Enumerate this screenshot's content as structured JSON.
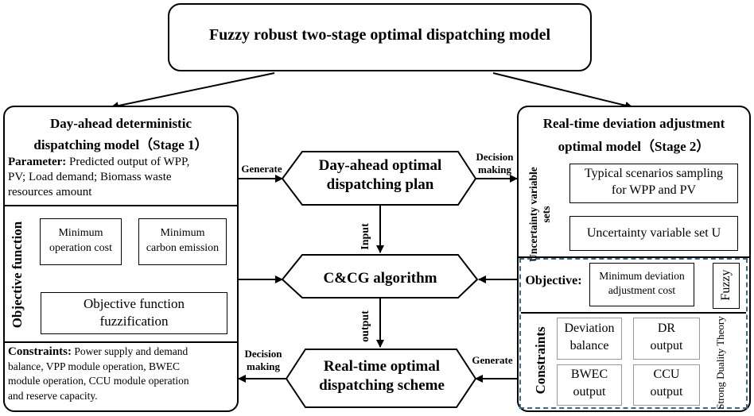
{
  "title": "Fuzzy robust two-stage optimal dispatching model",
  "stage1": {
    "title_line1": "Day-ahead deterministic",
    "title_line2": "dispatching model（Stage 1）",
    "param_label": "Parameter:",
    "param_text_1": "Predicted output of WPP,",
    "param_text_2": "PV; Load demand; Biomass waste",
    "param_text_3": "resources amount",
    "objective_side": "Objective function",
    "min_cost_1": "Minimum",
    "min_cost_2": "operation cost",
    "min_carbon_1": "Minimum",
    "min_carbon_2": "carbon emission",
    "fuzz_1": "Objective function",
    "fuzz_2": "fuzzification",
    "constraints_label": "Constraints:",
    "constraints_text_1": "Power supply and demand",
    "constraints_text_2": "balance, VPP module operation, BWEC",
    "constraints_text_3": "module operation, CCU module operation",
    "constraints_text_4": "and reserve capacity."
  },
  "center": {
    "dayahead_1": "Day-ahead optimal",
    "dayahead_2": "dispatching plan",
    "ccg": "C&CG algorithm",
    "realtime_1": "Real-time optimal",
    "realtime_2": "dispatching scheme",
    "generate_left": "Generate",
    "decision_right_1": "Decision",
    "decision_right_2": "making",
    "input": "Input",
    "output": "output",
    "decision_left_1": "Decision",
    "decision_left_2": "making",
    "generate_right": "Generate"
  },
  "stage2": {
    "title_line1": "Real-time deviation adjustment",
    "title_line2": "optimal model（Stage 2）",
    "uncert_side": "Uncertainty variable sets",
    "typical_1": "Typical scenarios sampling",
    "typical_2": "for WPP and PV",
    "uncert_set": "Uncertainty variable set U",
    "objective_label": "Objective:",
    "min_dev_1": "Minimum deviation",
    "min_dev_2": "adjustment cost",
    "fuzzy": "Fuzzy",
    "constraints_side": "Constraints",
    "dev_balance_1": "Deviation",
    "dev_balance_2": "balance",
    "dr_1": "DR",
    "dr_2": "output",
    "bwec_1": "BWEC",
    "bwec_2": "output",
    "ccu_1": "CCU",
    "ccu_2": "output",
    "duality": "Strong Duality Theory"
  }
}
